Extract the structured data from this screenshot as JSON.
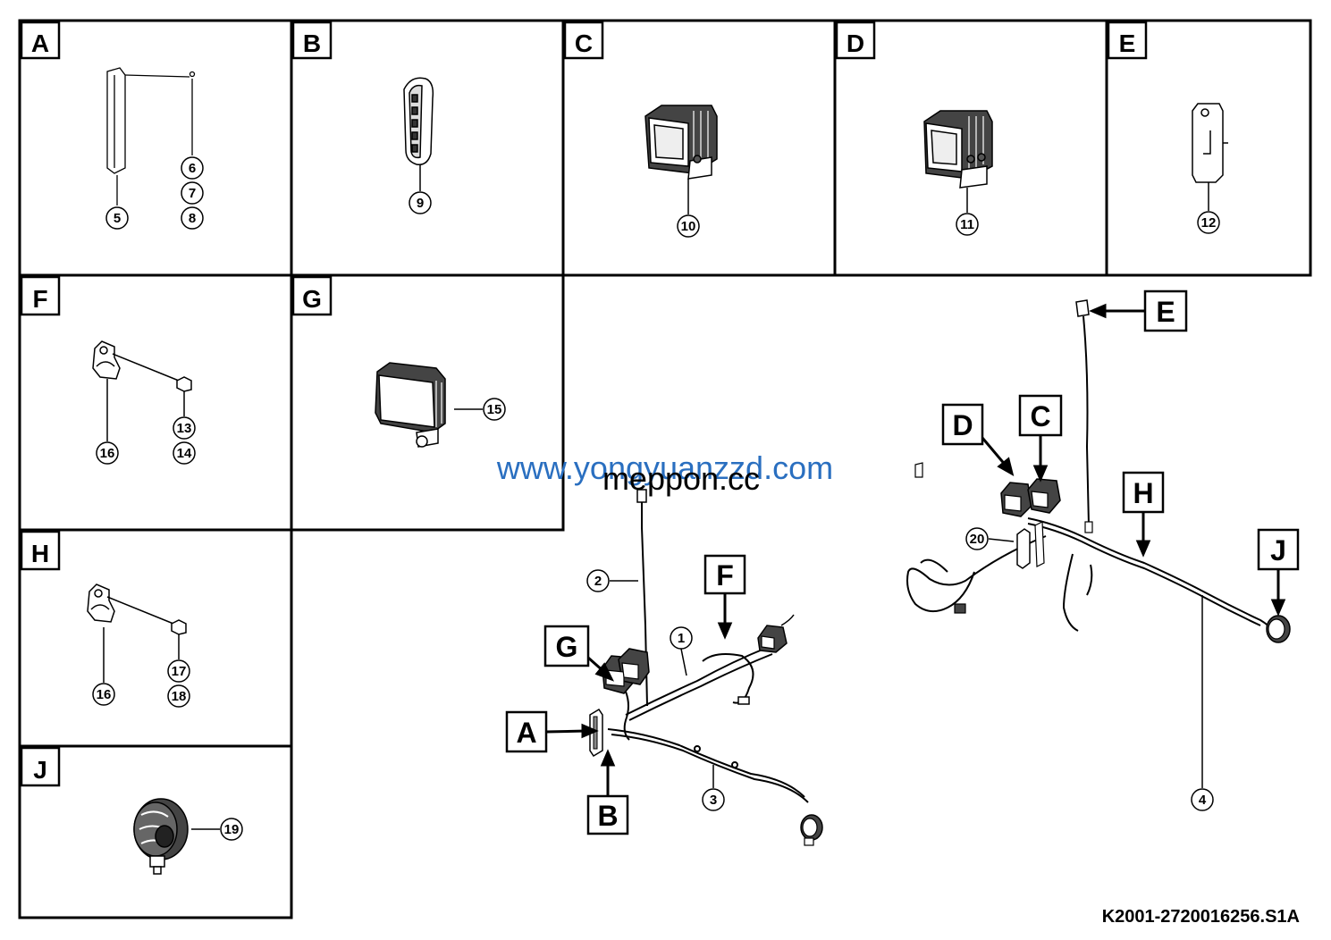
{
  "panels": {
    "A": {
      "letter": "A",
      "callouts": [
        "5",
        "6",
        "7",
        "8"
      ]
    },
    "B": {
      "letter": "B",
      "callouts": [
        "9"
      ]
    },
    "C": {
      "letter": "C",
      "callouts": [
        "10"
      ]
    },
    "D": {
      "letter": "D",
      "callouts": [
        "11"
      ]
    },
    "E": {
      "letter": "E",
      "callouts": [
        "12"
      ]
    },
    "F": {
      "letter": "F",
      "callouts": [
        "13",
        "14",
        "16"
      ]
    },
    "G": {
      "letter": "G",
      "callouts": [
        "15"
      ]
    },
    "H": {
      "letter": "H",
      "callouts": [
        "17",
        "18",
        "16"
      ]
    },
    "J": {
      "letter": "J",
      "callouts": [
        "19"
      ]
    }
  },
  "harness_left": {
    "callouts": [
      "1",
      "2",
      "3"
    ],
    "labels": [
      "A",
      "B",
      "F",
      "G"
    ]
  },
  "harness_right": {
    "callouts": [
      "4",
      "20"
    ],
    "labels": [
      "C",
      "D",
      "E",
      "H",
      "J"
    ]
  },
  "watermark": {
    "line1": "www.yongyuanzzd.com",
    "line2": "meppon.cc"
  },
  "reference": "K2001-2720016256.S1A"
}
